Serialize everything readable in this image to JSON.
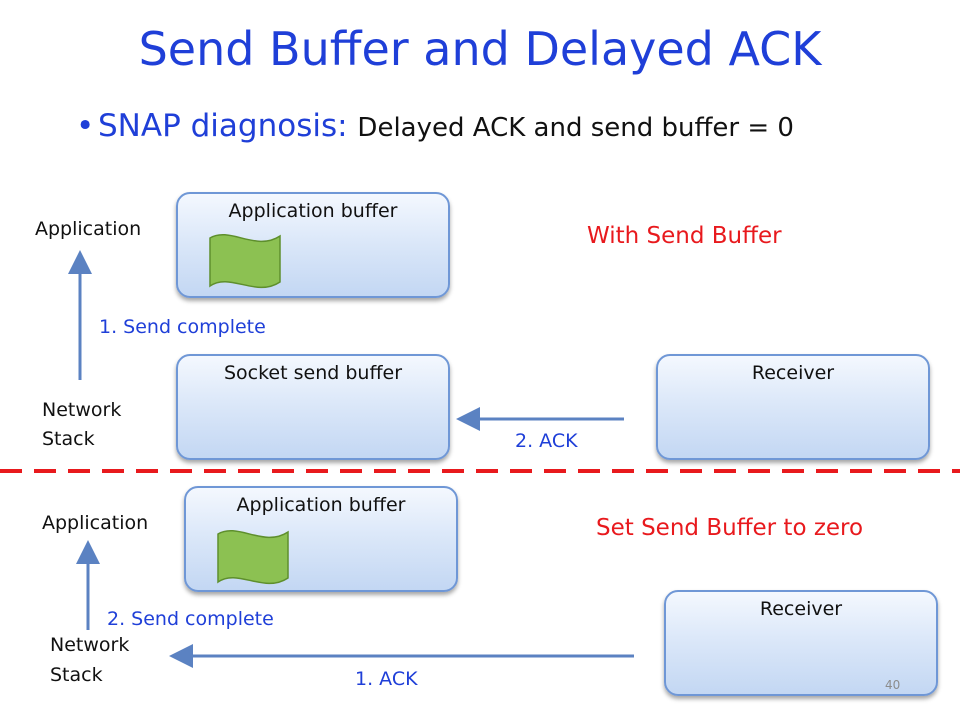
{
  "title": "Send Buffer and Delayed ACK",
  "bullet": {
    "lead": "SNAP diagnosis:",
    "detail": "Delayed ACK and send buffer = 0"
  },
  "top": {
    "app_label": "Application",
    "stack_label_1": "Network",
    "stack_label_2": "Stack",
    "app_buffer": "Application buffer",
    "socket_buffer": "Socket send buffer",
    "receiver": "Receiver",
    "step_send_complete": "1. Send complete",
    "step_ack": "2. ACK",
    "scenario": "With Send Buffer"
  },
  "bottom": {
    "app_label": "Application",
    "stack_label_1": "Network",
    "stack_label_2": "Stack",
    "app_buffer": "Application buffer",
    "receiver": "Receiver",
    "step_send_complete": "2. Send complete",
    "step_ack": "1. ACK",
    "scenario": "Set Send Buffer to zero"
  },
  "colors": {
    "title": "#1f3fd8",
    "scenario": "#e8191d",
    "arrow": "#5b82c2",
    "flag": "#8cc152"
  },
  "page_number": "40"
}
